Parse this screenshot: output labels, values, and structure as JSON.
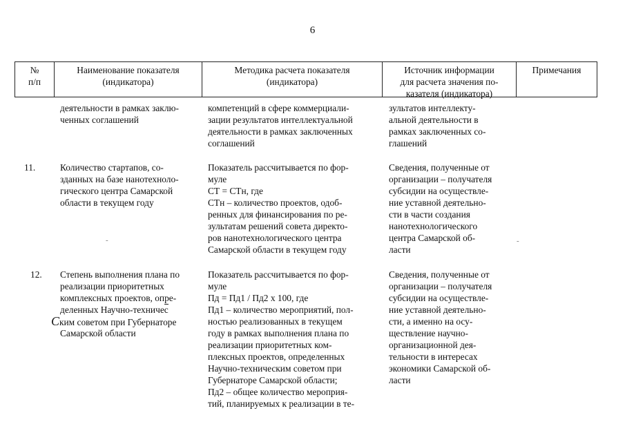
{
  "page_number": "6",
  "headers": {
    "num": [
      "№",
      "п/п"
    ],
    "name": [
      "Наименование показателя",
      "(индикатора)"
    ],
    "method": [
      "Методика расчета показателя",
      "(индикатора)"
    ],
    "source": [
      "Источник информации",
      "для расчета значения по-",
      "казателя (индикатора)"
    ],
    "notes": [
      "Примечания"
    ]
  },
  "continuation": {
    "name": [
      "деятельности в рамках заклю-",
      "ченных соглашений"
    ],
    "method": [
      "компетенций в сфере коммерциали-",
      "зации результатов интеллектуальной",
      "деятельности в рамках заключенных",
      "соглашений"
    ],
    "source": [
      "зультатов интеллекту-",
      "альной деятельности в",
      "рамках заключенных со-",
      "глашений"
    ]
  },
  "row11": {
    "num": "11.",
    "name": [
      "Количество стартапов, со-",
      "зданных на базе нанотехноло-",
      "гического центра Самарской",
      "области в текущем году"
    ],
    "method": [
      "Показатель рассчитывается по фор-",
      "муле",
      "СТ = СТн, где",
      "СТн – количество проектов, одоб-",
      "ренных для финансирования по ре-",
      "зультатам решений совета директо-",
      "ров нанотехнологического центра",
      "Самарской области в текущем году"
    ],
    "source": [
      "Сведения, полученные от",
      "организации – получателя",
      "субсидии на осуществле-",
      "ние уставной деятельно-",
      "сти в части создания",
      "нанотехнологического",
      "центра Самарской об-",
      "ласти"
    ]
  },
  "row12": {
    "num": "12.",
    "name_line1": "Степень выполнения плана по",
    "name_line2": "реализации приоритетных",
    "name_line3": "комплексных проектов, опре-",
    "name_line4_main": "деленных Научно-техниче",
    "name_line4_struck": "с",
    "name_line5_hand": "С",
    "name_line5_rest": "ким советом при Губернаторе",
    "name_line6": "Самарской области",
    "method": [
      "Показатель рассчитывается по фор-",
      "муле",
      "Пд = Пд1 / Пд2 х 100, где",
      "Пд1 – количество мероприятий, пол-",
      "ностью реализованных в текущем",
      "году в рамках выполнения плана по",
      "реализации приоритетных ком-",
      "плексных проектов, определенных",
      "Научно-техническим советом при",
      "Губернаторе Самарской области;",
      "Пд2 – общее количество мероприя-",
      "тий, планируемых к реализации в те-"
    ],
    "source": [
      "Сведения, полученные от",
      "организации – получателя",
      "субсидии на осуществле-",
      "ние уставной деятельно-",
      "сти, а именно на осу-",
      "ществление научно-",
      "организационной дея-",
      "тельности в интересах",
      "экономики Самарской об-",
      "ласти"
    ]
  }
}
